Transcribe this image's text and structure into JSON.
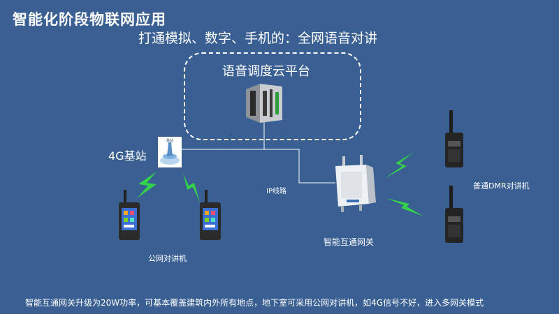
{
  "title": "智能化阶段物联网应用",
  "subtitle": "打通模拟、数字、手机的：全网语音对讲",
  "cloud": {
    "label": "语音调度云平台"
  },
  "base_station": {
    "label": "4G基站",
    "icon_text": "基站"
  },
  "ip_link": {
    "label": "IP线路"
  },
  "gateway": {
    "label": "智能互通网关"
  },
  "dmr": {
    "label": "普通DMR对讲机"
  },
  "public_phones": {
    "label": "公网对讲机"
  },
  "footer": "智能互通网关升级为20W功率，可基本覆盖建筑内外所有地点，地下室可采用公网对讲机，如4G信号不好，进入多网关模式",
  "colors": {
    "background": "#3a5f93",
    "signal": "#34d14a",
    "line": "#ffffff"
  },
  "icons": [
    "server-icon",
    "base-station-icon",
    "gateway-router-icon",
    "smartphone-icon",
    "walkie-talkie-icon",
    "lightning-signal-icon"
  ]
}
